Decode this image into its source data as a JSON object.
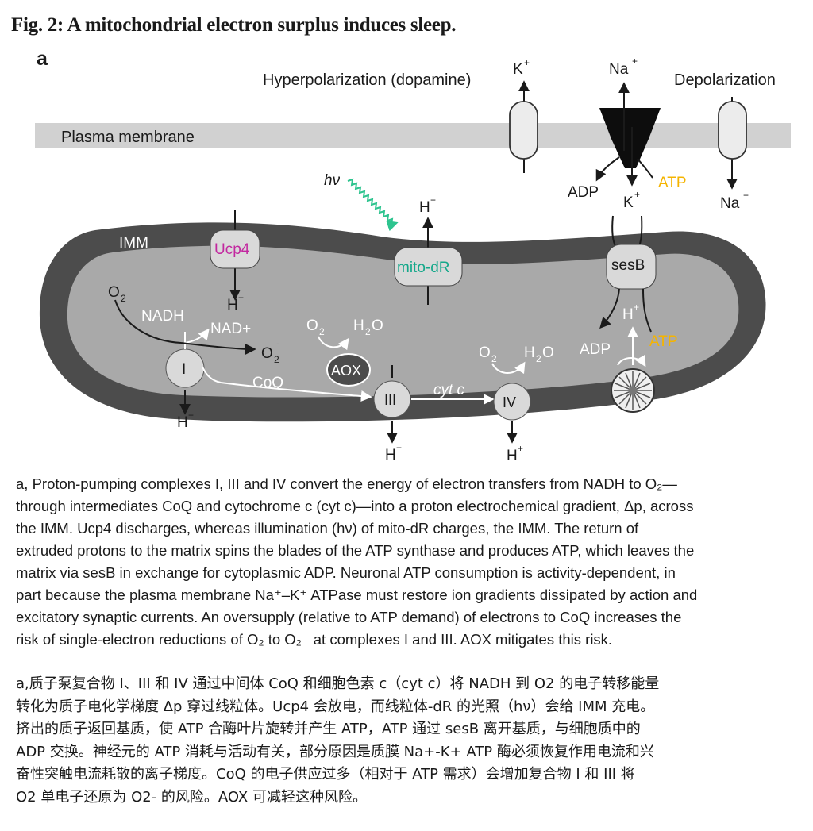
{
  "figure": {
    "title": "Fig. 2: A mitochondrial electron surplus induces sleep.",
    "panel_letter": "a"
  },
  "diagram": {
    "labels": {
      "hyperpolarization": "Hyperpolarization (dopamine)",
      "depolarization": "Depolarization",
      "plasma_membrane": "Plasma membrane",
      "imm": "IMM",
      "k_plus_top": "K",
      "na_plus_top": "Na",
      "na_plus_bottom": "Na",
      "adp_top": "ADP",
      "atp_top": "ATP",
      "k_plus_mid": "K",
      "hv": "hν",
      "h_plus": "H",
      "ucp4": "Ucp4",
      "mito_dr": "mito-dR",
      "sesb": "sesB",
      "o2": "O",
      "nadh": "NADH",
      "nad_plus": "NAD+",
      "superoxide": "O",
      "h2o": "H",
      "aox": "AOX",
      "coq": "CoQ",
      "complex_i": "I",
      "complex_iii": "III",
      "complex_iv": "IV",
      "cyt_c": "cyt c",
      "adp_matrix": "ADP",
      "atp_matrix": "ATP"
    },
    "colors": {
      "membrane": "#d1d1d1",
      "imm": "#4c4c4c",
      "matrix": "#a9a9a9",
      "ucp4_text": "#c2279f",
      "mito_dr_text": "#14a88a",
      "photon": "#2ec48f",
      "atp": "#f5b400"
    }
  },
  "caption_en": [
    "a, Proton-pumping complexes I, III and IV convert the energy of electron transfers from NADH to O₂—",
    "through intermediates CoQ and cytochrome c (cyt c)—into a proton electrochemical gradient, Δp, across",
    "the IMM. Ucp4 discharges, whereas illumination (hν) of mito-dR charges, the IMM. The return of",
    "extruded protons to the matrix spins the blades of the ATP synthase and produces ATP, which leaves the",
    "matrix via sesB in exchange for cytoplasmic ADP. Neuronal ATP consumption is activity-dependent, in",
    "part because the plasma membrane Na⁺–K⁺ ATPase must restore ion gradients dissipated by action and",
    "excitatory synaptic currents. An oversupply (relative to ATP demand) of electrons to CoQ increases the",
    "risk of single-electron reductions of O₂ to O₂⁻ at complexes I and III. AOX mitigates this risk."
  ],
  "caption_zh": [
    "a,质子泵复合物 I、III 和 IV 通过中间体 CoQ 和细胞色素 c（cyt c）将 NADH 到 O2 的电子转移能量",
    "转化为质子电化学梯度 Δp 穿过线粒体。Ucp4 会放电，而线粒体-dR 的光照（hν）会给 IMM 充电。",
    "挤出的质子返回基质，使 ATP 合酶叶片旋转并产生 ATP，ATP 通过 sesB 离开基质，与细胞质中的",
    "ADP 交换。神经元的 ATP 消耗与活动有关，部分原因是质膜 Na+-K+ ATP 酶必须恢复作用电流和兴",
    "奋性突触电流耗散的离子梯度。CoQ 的电子供应过多（相对于 ATP 需求）会增加复合物 I 和 III 将",
    "O2 单电子还原为 O2- 的风险。AOX 可减轻这种风险。"
  ]
}
